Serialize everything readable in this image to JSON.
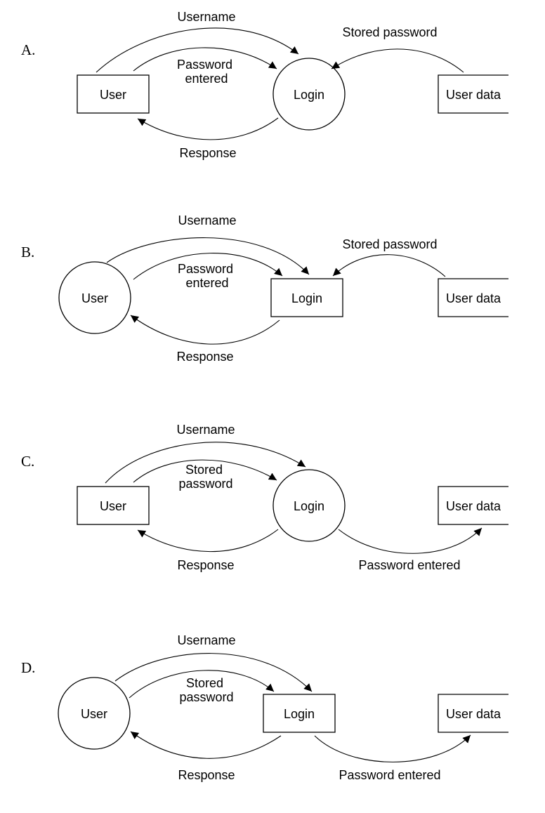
{
  "options": [
    {
      "label": "A.",
      "nodes": {
        "user": {
          "text": "User",
          "shape": "rectangle"
        },
        "login": {
          "text": "Login",
          "shape": "circle"
        },
        "store": {
          "text": "User data",
          "shape": "open-rectangle"
        }
      },
      "flows": {
        "username": "Username",
        "inner": "Password entered",
        "response": "Response",
        "store_flow": "Stored password"
      }
    },
    {
      "label": "B.",
      "nodes": {
        "user": {
          "text": "User",
          "shape": "circle"
        },
        "login": {
          "text": "Login",
          "shape": "rectangle"
        },
        "store": {
          "text": "User data",
          "shape": "open-rectangle"
        }
      },
      "flows": {
        "username": "Username",
        "inner": "Password entered",
        "response": "Response",
        "store_flow": "Stored password"
      }
    },
    {
      "label": "C.",
      "nodes": {
        "user": {
          "text": "User",
          "shape": "rectangle"
        },
        "login": {
          "text": "Login",
          "shape": "circle"
        },
        "store": {
          "text": "User data",
          "shape": "open-rectangle"
        }
      },
      "flows": {
        "username": "Username",
        "inner": "Stored password",
        "response": "Response",
        "store_flow": "Password entered"
      }
    },
    {
      "label": "D.",
      "nodes": {
        "user": {
          "text": "User",
          "shape": "circle"
        },
        "login": {
          "text": "Login",
          "shape": "rectangle"
        },
        "store": {
          "text": "User data",
          "shape": "open-rectangle"
        }
      },
      "flows": {
        "username": "Username",
        "inner": "Stored password",
        "response": "Response",
        "store_flow": "Password entered"
      }
    }
  ]
}
